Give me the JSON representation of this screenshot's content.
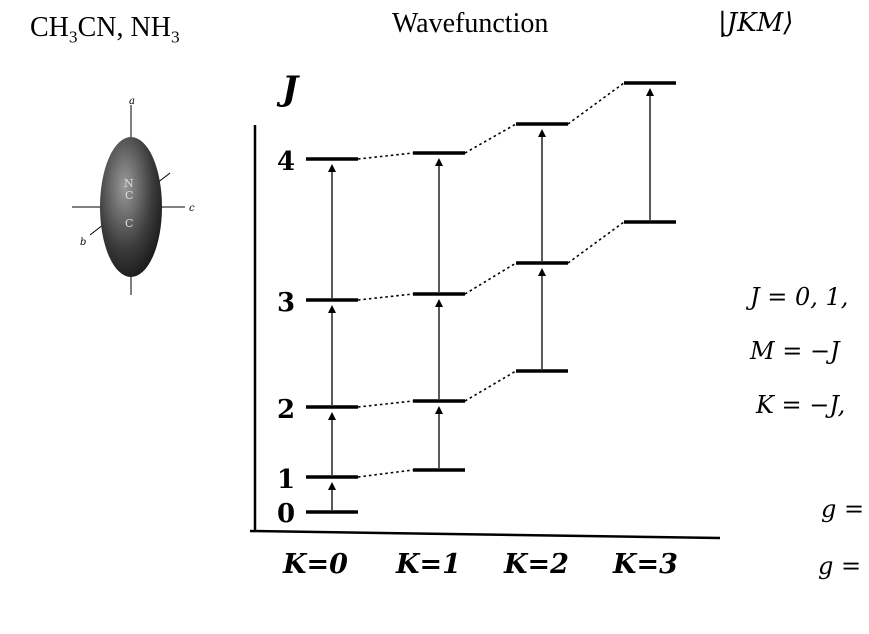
{
  "header": {
    "molecules": "CH3CN, NH3",
    "molecules_parts": [
      "CH",
      "3",
      "CN, NH",
      "3"
    ],
    "title": "Wavefunction",
    "ket": "|JKM⟩"
  },
  "molecule": {
    "axis_labels": [
      "a",
      "b",
      "c"
    ],
    "atom_labels": [
      "N",
      "C",
      "C"
    ]
  },
  "diagram": {
    "y_axis_label": "J",
    "j_labels": [
      "0",
      "1",
      "2",
      "3",
      "4"
    ],
    "k_labels": [
      "K=0",
      "K=1",
      "K=2",
      "K=3"
    ],
    "ladders": [
      {
        "k": 0,
        "levels": [
          0,
          1,
          2,
          3,
          4
        ]
      },
      {
        "k": 1,
        "levels": [
          1,
          2,
          3,
          4
        ]
      },
      {
        "k": 2,
        "levels": [
          2,
          3,
          4
        ]
      },
      {
        "k": 3,
        "levels": [
          3,
          4
        ]
      }
    ]
  },
  "right_text": {
    "line1": "J = 0, 1,",
    "line2": "M = −J",
    "line3": "K = −J,",
    "line4": "g =",
    "line5": "g ="
  }
}
